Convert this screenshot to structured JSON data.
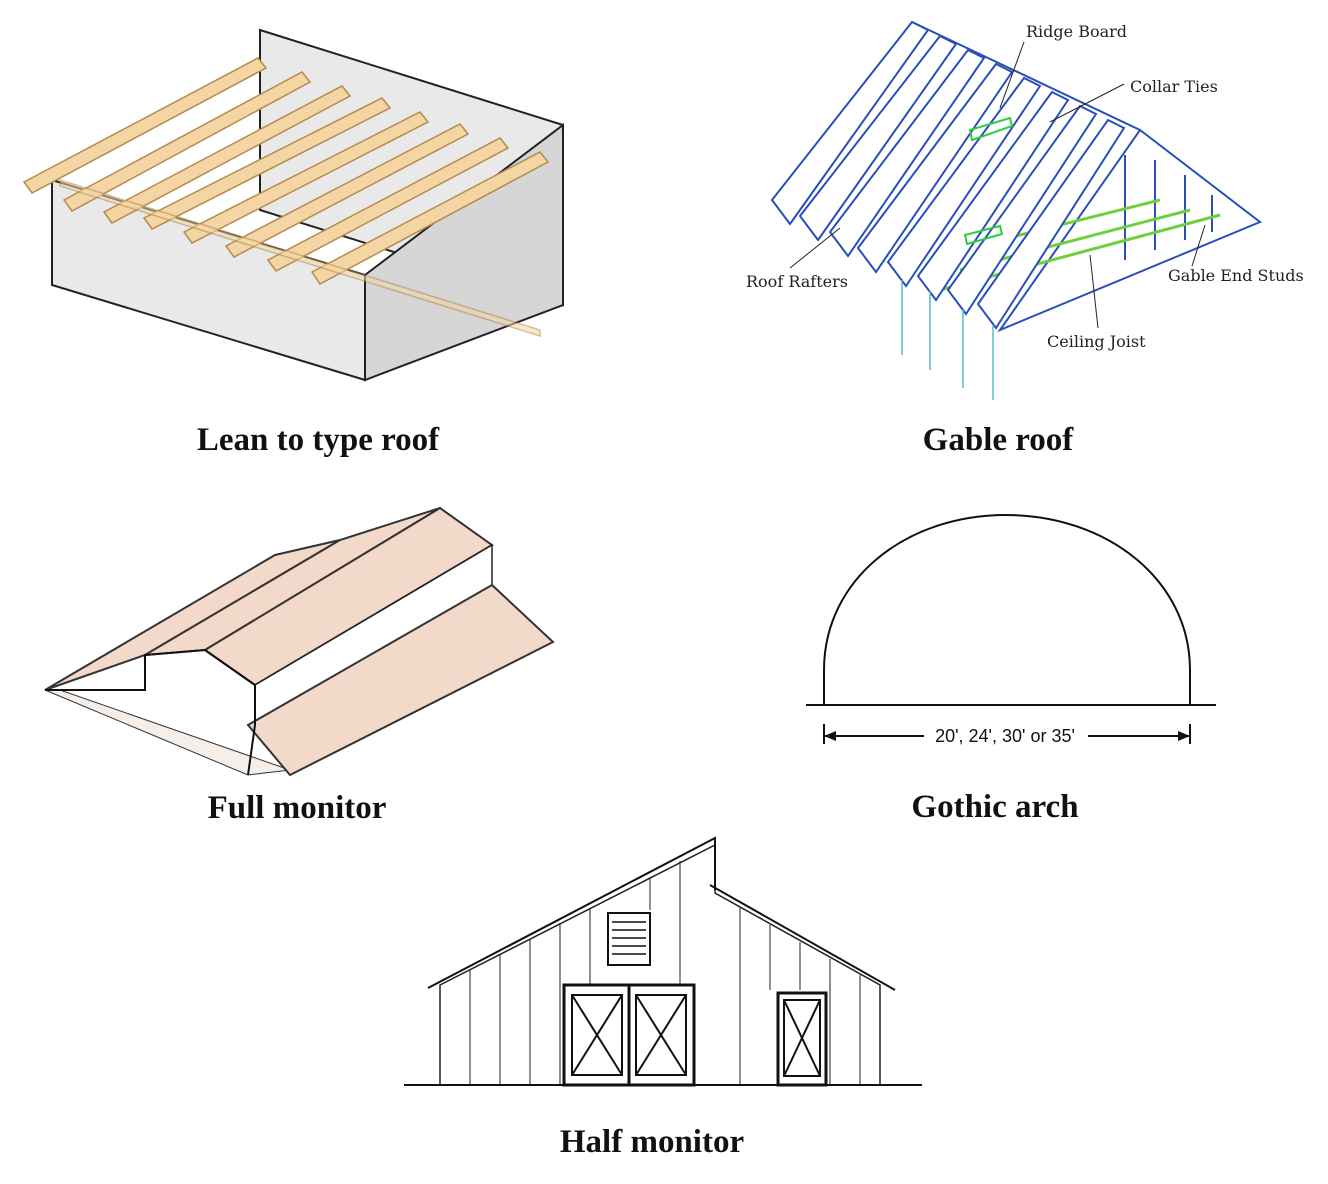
{
  "panels": {
    "lean_to": {
      "caption": "Lean to type roof"
    },
    "gable": {
      "caption": "Gable roof",
      "labels": {
        "ridge_board": "Ridge Board",
        "collar_ties": "Collar Ties",
        "roof_rafters": "Roof Rafters",
        "gable_end_studs": "Gable End Studs",
        "ceiling_joist": "Ceiling Joist"
      }
    },
    "full_monitor": {
      "caption": "Full monitor"
    },
    "gothic_arch": {
      "caption": "Gothic arch",
      "dimension": "20', 24', 30' or 35'"
    },
    "half_monitor": {
      "caption": "Half monitor"
    }
  },
  "colors": {
    "timber": "#f3d6a4",
    "wall": "#e9e9e9",
    "framing": "#2a4fb8",
    "collar_tie": "#2ecc40",
    "roofing": "#f2d9c9"
  }
}
